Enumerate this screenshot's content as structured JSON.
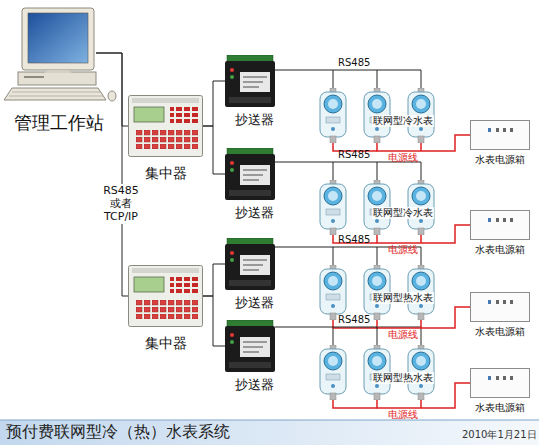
{
  "diagram": {
    "title": "预付费联网型冷（热）水表系统",
    "nodes": [
      {
        "text": [
          "管理工作站"
        ]
      },
      {
        "text": [
          "集中器"
        ]
      },
      {
        "text": [
          "抄送器"
        ]
      },
      {
        "text": [
          "联网型冷水表"
        ]
      },
      {
        "text": [
          "水表电源箱"
        ]
      },
      {
        "text": [
          "抄送器"
        ]
      },
      {
        "text": [
          "联网型冷水表"
        ]
      },
      {
        "text": [
          "水表电源箱"
        ]
      },
      {
        "text": [
          "集中器"
        ]
      },
      {
        "text": [
          "抄送器"
        ]
      },
      {
        "text": [
          "联网型热水表"
        ]
      },
      {
        "text": [
          "水表电源箱"
        ]
      },
      {
        "text": [
          "抄送器"
        ]
      },
      {
        "text": [
          "联网型热水表"
        ]
      },
      {
        "text": [
          "水表电源箱"
        ]
      }
    ],
    "edges": [
      {
        "from": 0,
        "to": 1,
        "arrow": "none"
      },
      {
        "from": 0,
        "to": 8,
        "label": "RS485 或者 TCP/IP",
        "arrow": "none"
      },
      {
        "from": 1,
        "to": 2,
        "arrow": "none"
      },
      {
        "from": 1,
        "to": 5,
        "arrow": "none"
      },
      {
        "from": 2,
        "to": 3,
        "label": "RS485",
        "arrow": "none"
      },
      {
        "from": 3,
        "to": 4,
        "label": "电源线",
        "arrow": "none"
      },
      {
        "from": 5,
        "to": 6,
        "label": "RS485",
        "arrow": "none"
      },
      {
        "from": 6,
        "to": 7,
        "label": "电源线",
        "arrow": "none"
      },
      {
        "from": 8,
        "to": 9,
        "arrow": "none"
      },
      {
        "from": 8,
        "to": 12,
        "arrow": "none"
      },
      {
        "from": 9,
        "to": 10,
        "label": "RS485",
        "arrow": "none"
      },
      {
        "from": 10,
        "to": 11,
        "label": "电源线",
        "arrow": "none"
      },
      {
        "from": 12,
        "to": 13,
        "label": "RS485",
        "arrow": "none"
      },
      {
        "from": 13,
        "to": 14,
        "label": "电源线",
        "arrow": "none"
      }
    ],
    "labels": [
      "2010年1月21日"
    ]
  }
}
